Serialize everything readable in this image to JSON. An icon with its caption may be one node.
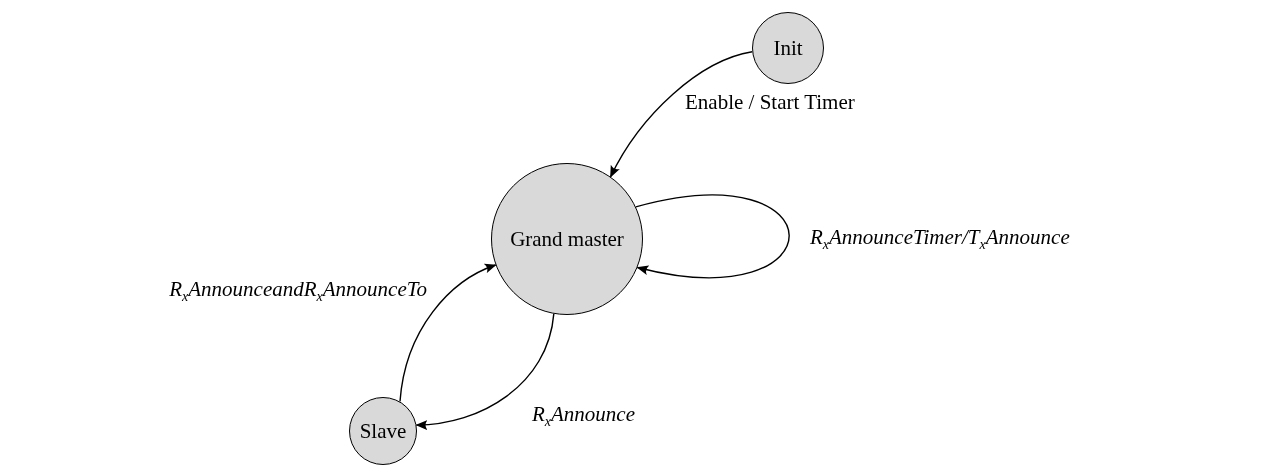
{
  "diagram": {
    "nodes": [
      {
        "text": [
          "Init"
        ]
      },
      {
        "text": [
          "Grand master"
        ]
      },
      {
        "text": [
          "Slave"
        ]
      }
    ],
    "edges": [
      {
        "from": 0,
        "to": 1,
        "arrow": "to",
        "label": "Enable / Start Timer"
      },
      {
        "from": 1,
        "to": 1,
        "arrow": "to",
        "label": "R$_{x}$AnnounceTimer/T$_{x}$Announce"
      },
      {
        "from": 2,
        "to": 1,
        "arrow": "to",
        "label": "R$_{x}$AnnounceandR$_{x}$AnnounceTo"
      },
      {
        "from": 1,
        "to": 2,
        "arrow": "to",
        "label": "R$_{x}$Announce"
      }
    ]
  }
}
